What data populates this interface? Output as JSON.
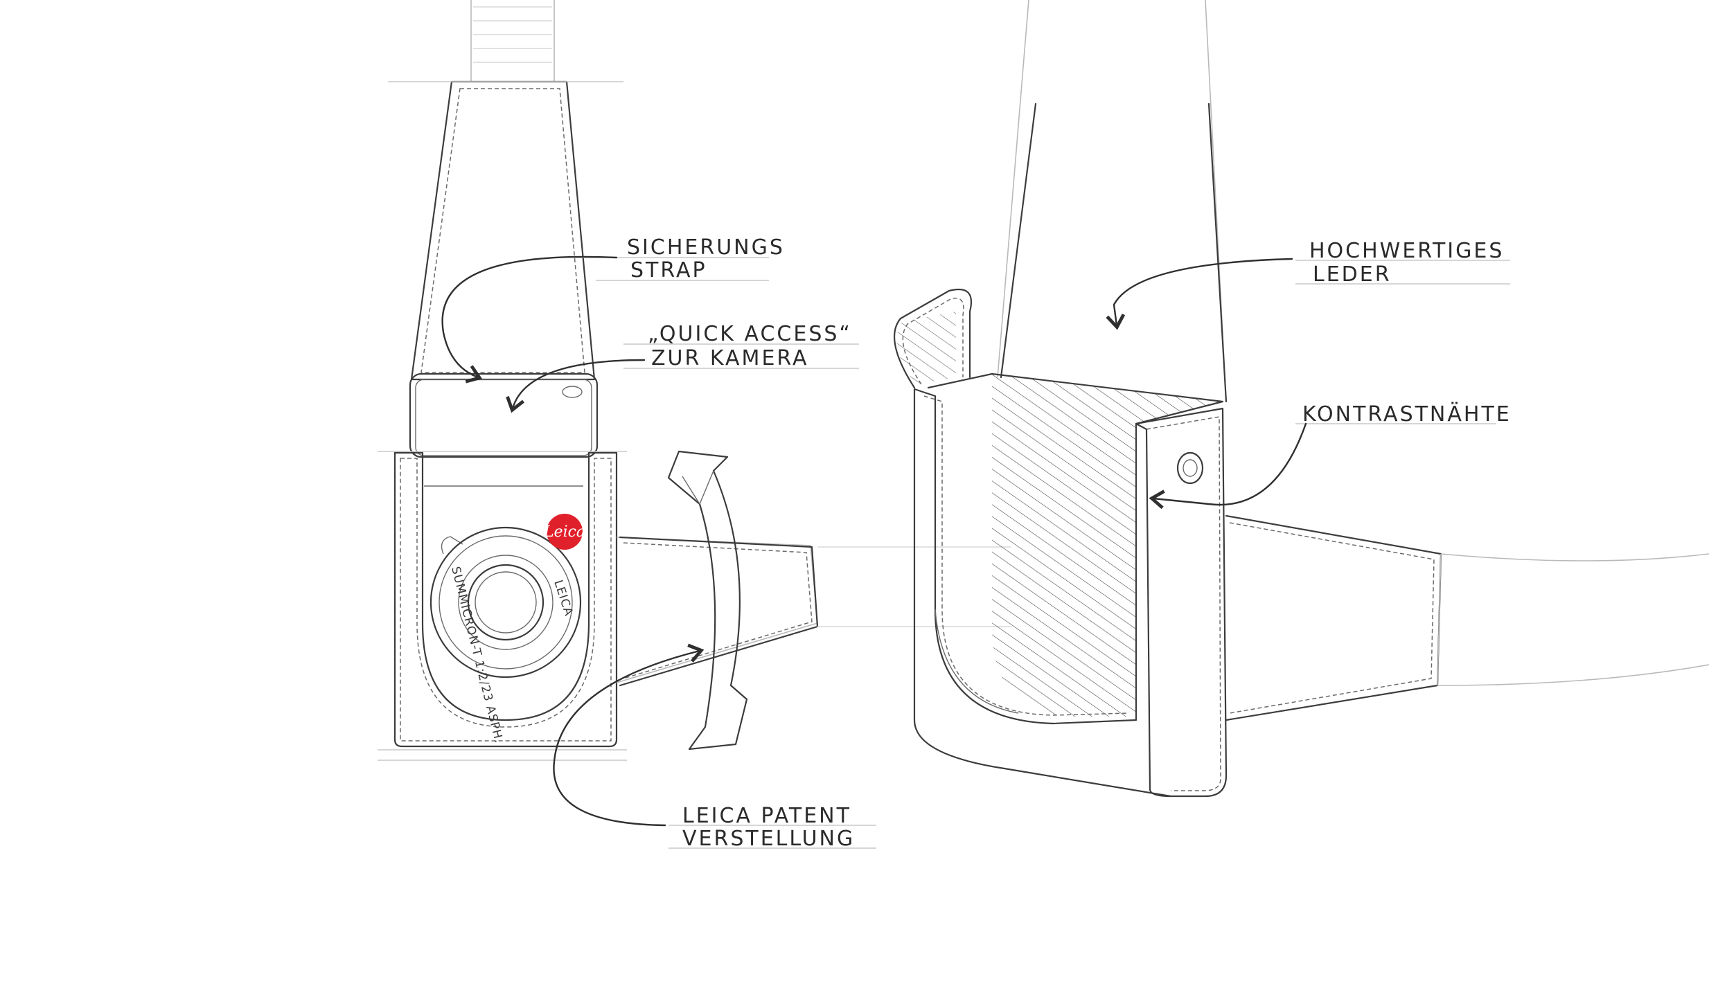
{
  "annotations": {
    "sicherungs_strap": [
      "SICHERUNGS",
      "STRAP"
    ],
    "quick_access": [
      "„QUICK ACCESS“",
      "ZUR KAMERA"
    ],
    "hochwertiges_leder": [
      "HOCHWERTIGES",
      "LEDER"
    ],
    "kontrastnaehte": [
      "KONTRASTNÄHTE"
    ],
    "leica_patent": [
      "LEICA PATENT",
      "VERSTELLUNG"
    ]
  },
  "camera": {
    "logo_text": "Leica",
    "lens_text": "SUMMICRON-T 1:2/23 ASPH.",
    "lens_brand": "LEICA"
  },
  "colors": {
    "ink": "#3c3c3c",
    "leica_red": "#e0202a",
    "background": "#ffffff"
  }
}
